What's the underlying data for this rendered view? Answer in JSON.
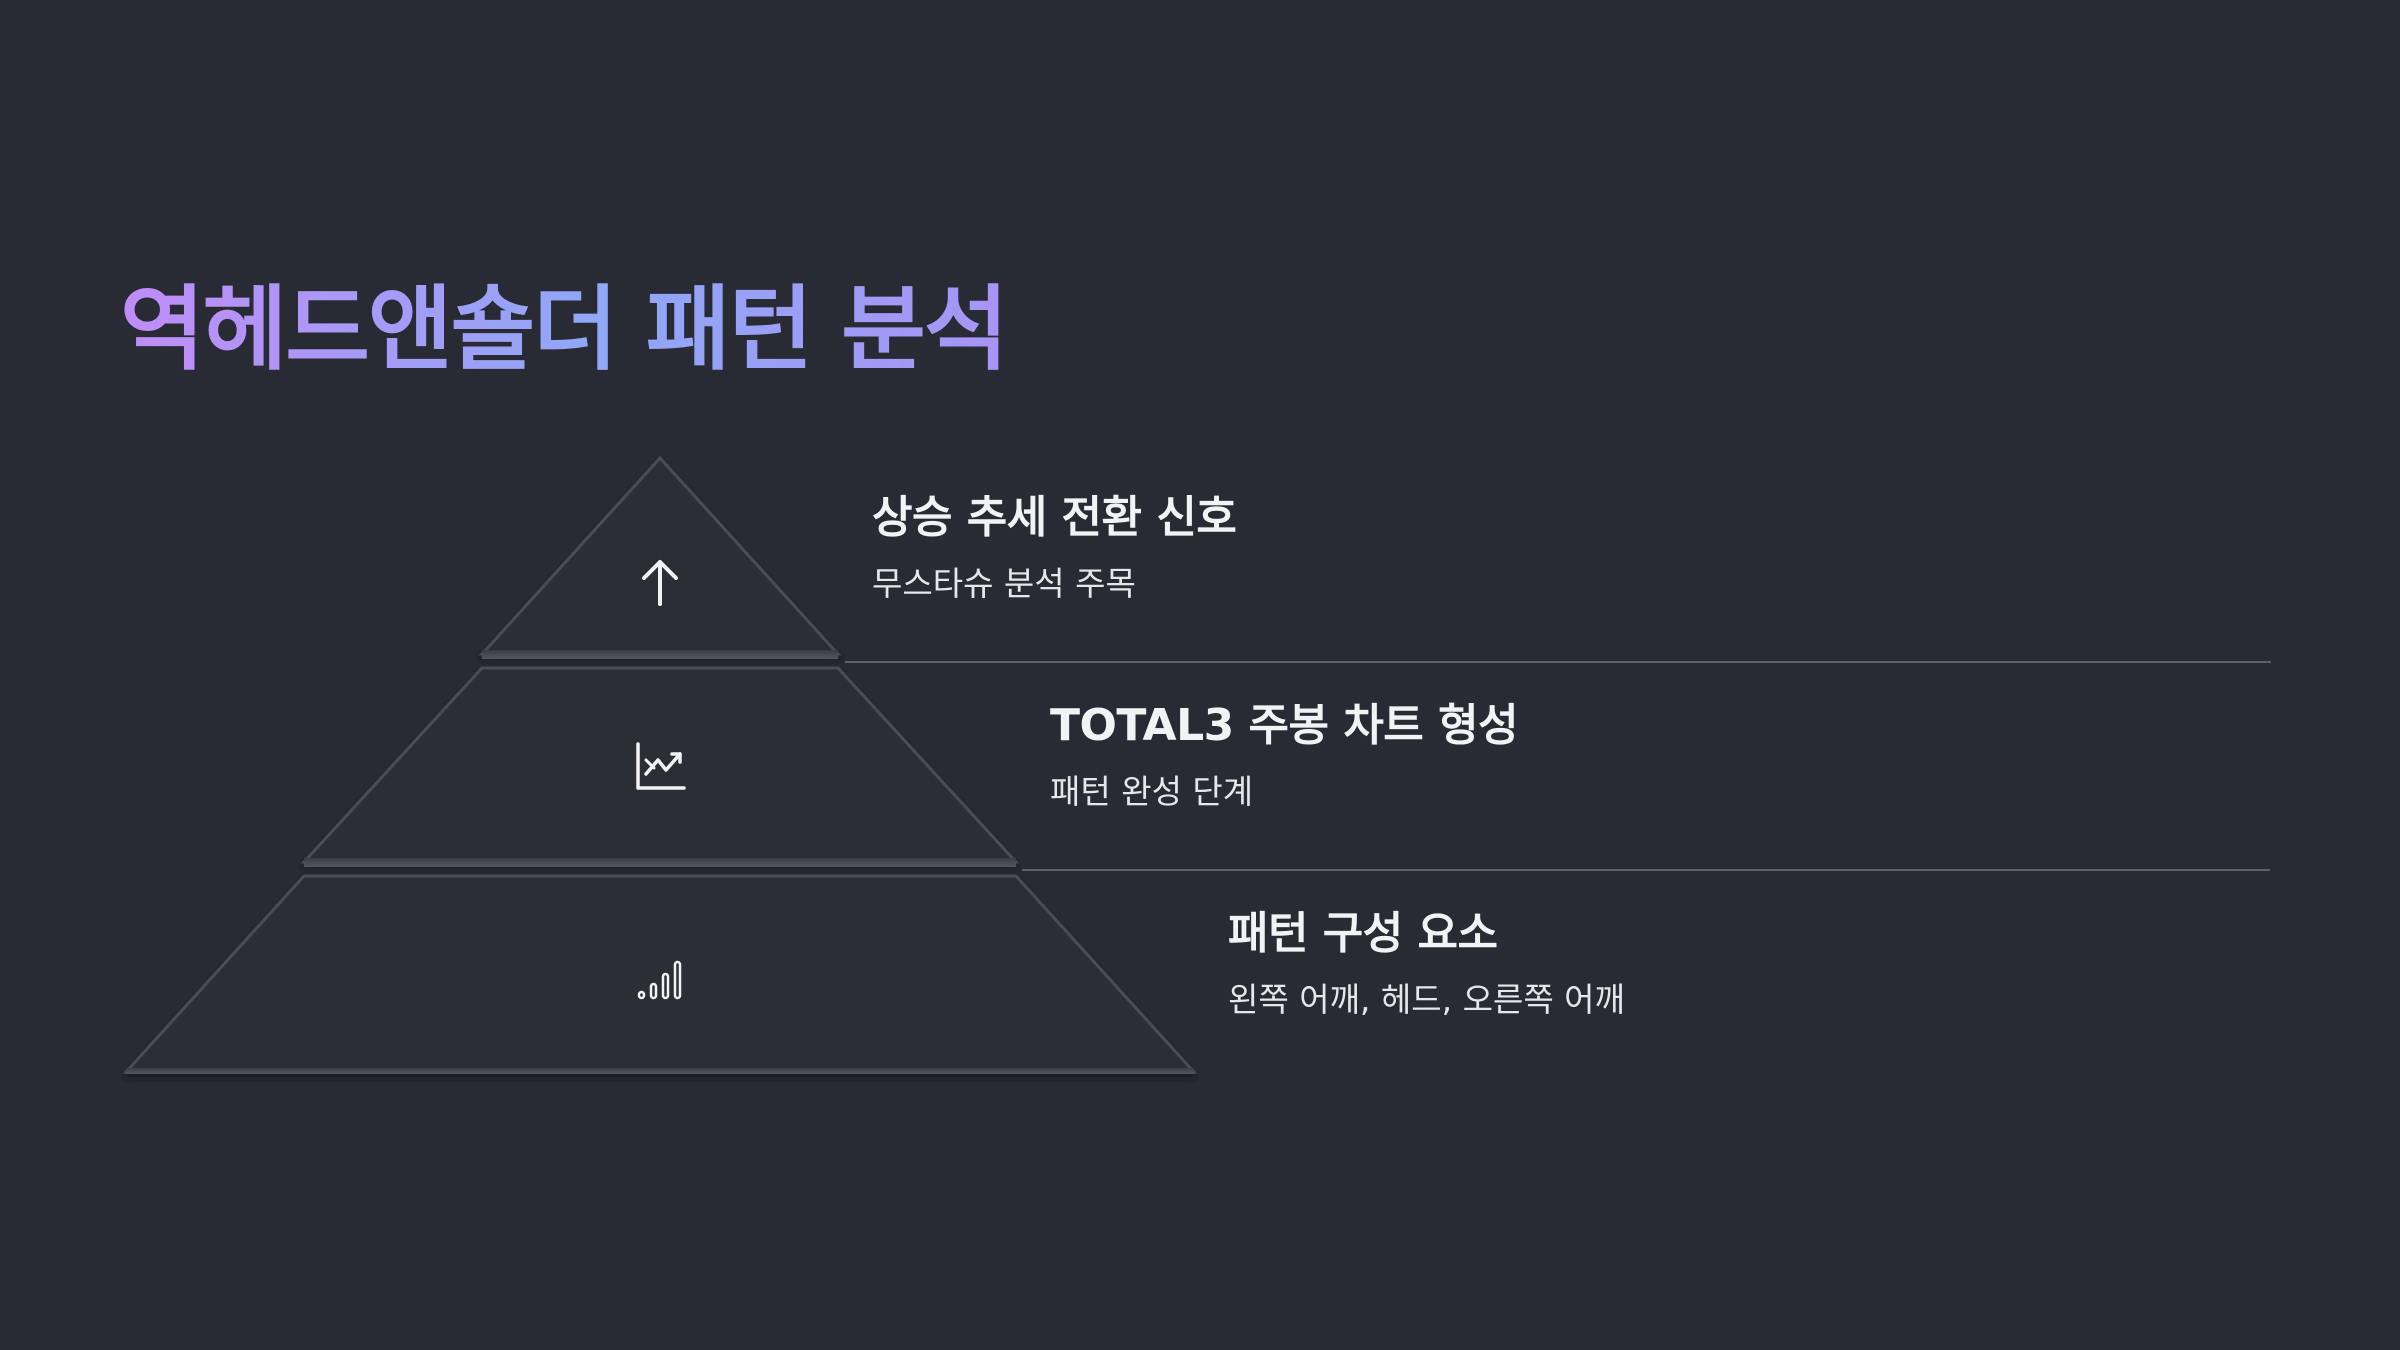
{
  "title": "역헤드앤숄더 패턴 분석",
  "colors": {
    "background": "#282b33",
    "title_gradient_start": "#c08cf7",
    "title_gradient_end": "#8fa8f7",
    "pyramid_fill": "#2b2e35",
    "pyramid_edge": "#4a4d55",
    "divider": "#5d6069"
  },
  "levels": [
    {
      "icon": "arrow-up-icon",
      "heading": "상승 추세 전환 신호",
      "description": "무스타슈 분석 주목"
    },
    {
      "icon": "chart-trend-icon",
      "heading": "TOTAL3 주봉 차트 형성",
      "description": "패턴 완성 단계"
    },
    {
      "icon": "signal-bars-icon",
      "heading": "패턴 구성 요소",
      "description": "왼쪽 어깨, 헤드, 오른쪽 어깨"
    }
  ]
}
